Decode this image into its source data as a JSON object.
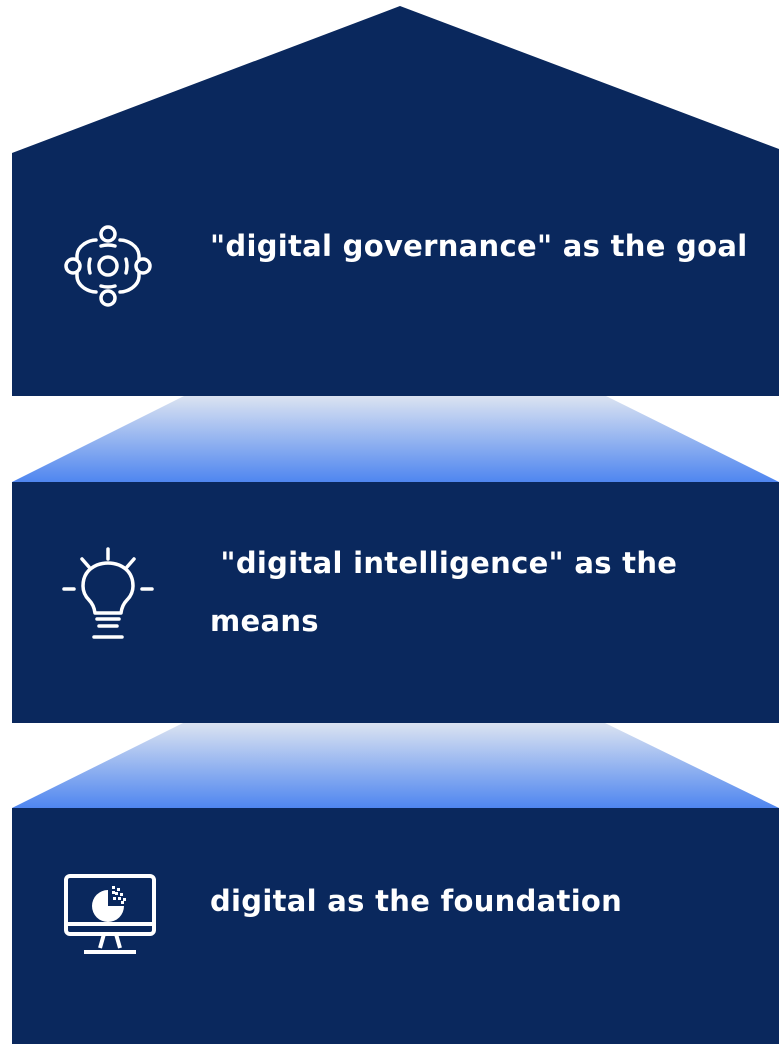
{
  "colors": {
    "tier_fill": "#0a285d",
    "connector_top": "#dbe3f1",
    "connector_bottom": "#4f86f0",
    "icon_stroke": "#ffffff"
  },
  "layers": [
    {
      "label": "\"digital governance\" as the goal",
      "icon": "gear-network-icon"
    },
    {
      "label": " \"digital intelligence\" as the means",
      "icon": "lightbulb-icon"
    },
    {
      "label": "digital as the foundation",
      "icon": "monitor-pie-chart-icon"
    }
  ]
}
